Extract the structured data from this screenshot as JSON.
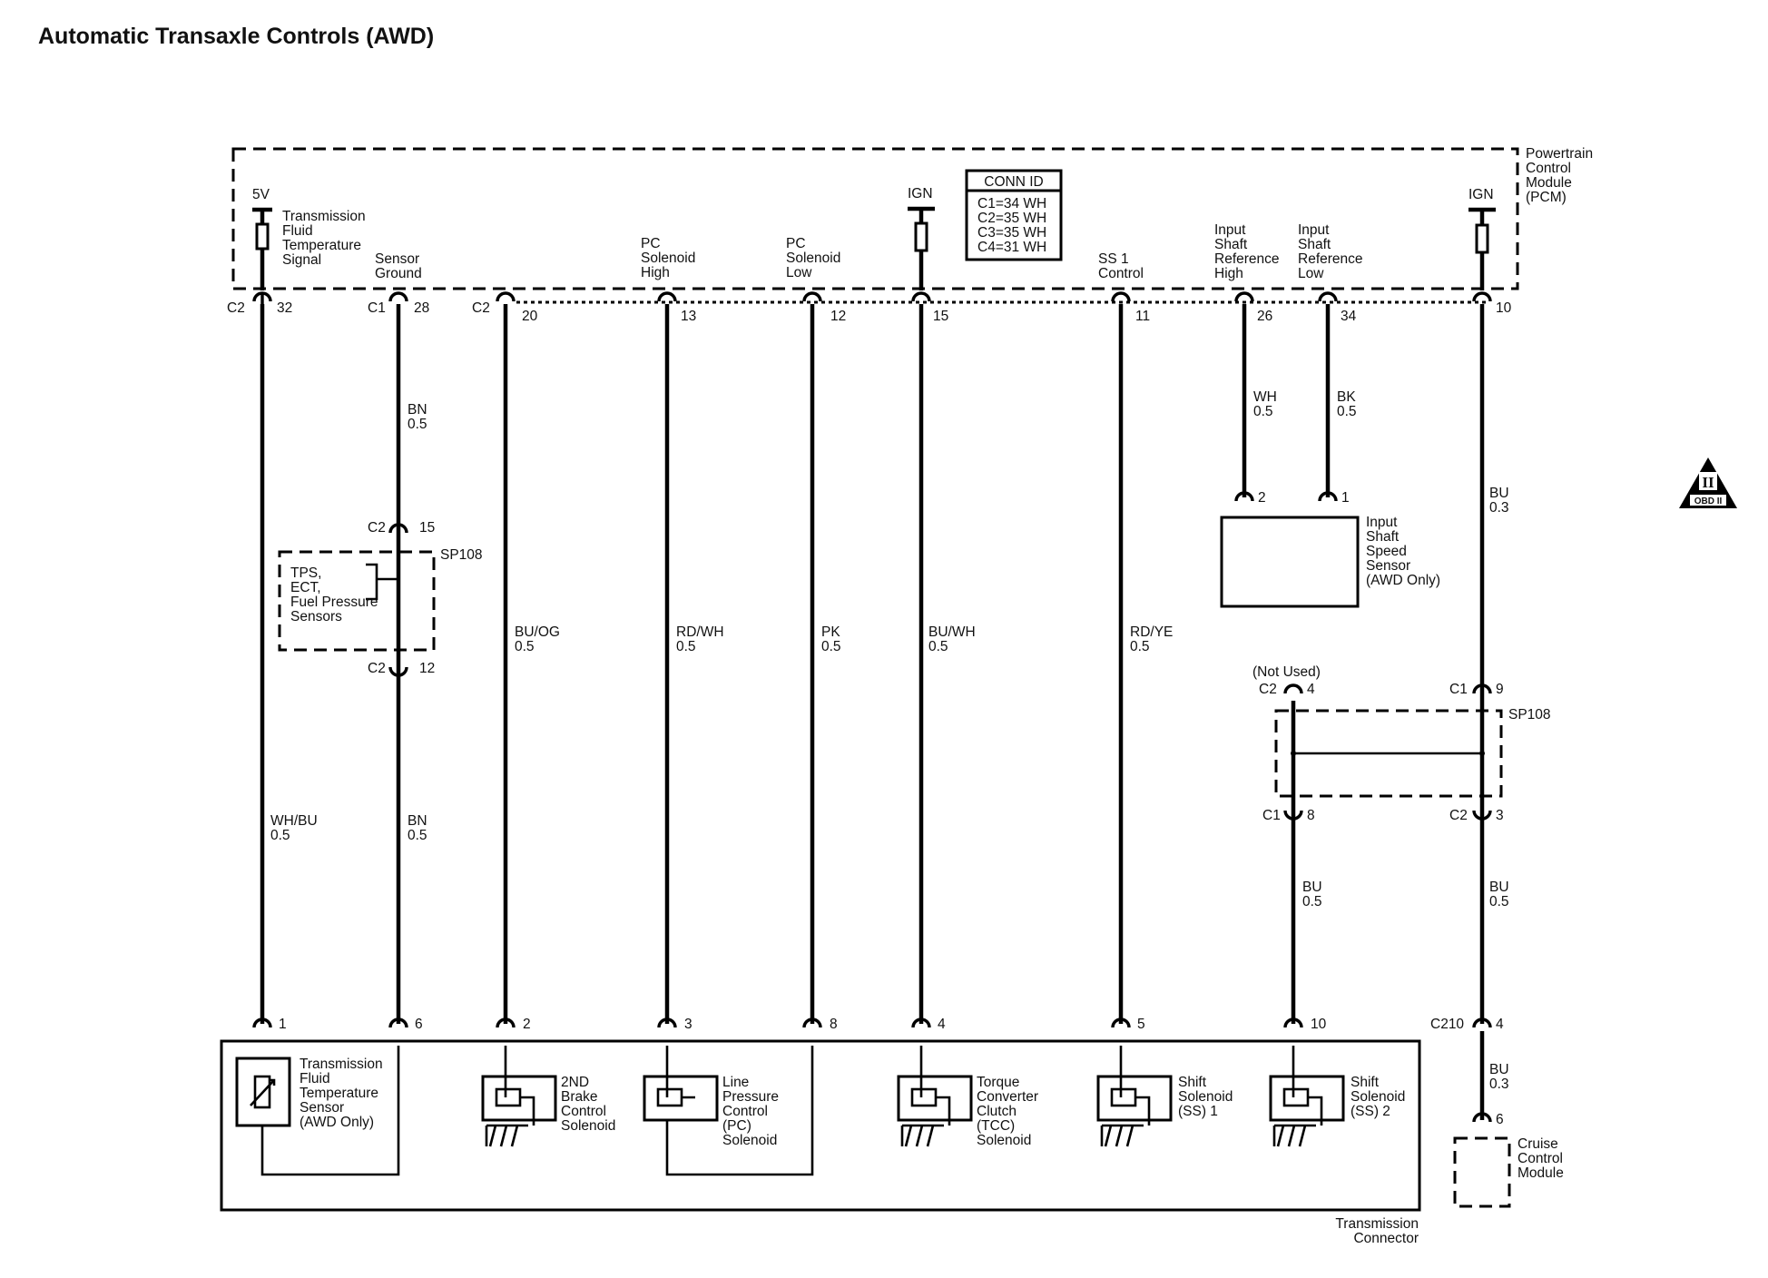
{
  "title": "Automatic Transaxle Controls (AWD)",
  "pcm": {
    "label": [
      "Powertrain",
      "Control",
      "Module",
      "(PCM)"
    ],
    "conn_id_title": "CONN ID",
    "conn_ids": [
      "C1=34 WH",
      "C2=35 WH",
      "C3=35 WH",
      "C4=31 WH"
    ],
    "voltage_5v": "5V",
    "ign": "IGN",
    "ign2": "IGN",
    "inputs": {
      "tft_signal": [
        "Transmission",
        "Fluid",
        "Temperature",
        "Signal"
      ],
      "sensor_ground": [
        "Sensor",
        "Ground"
      ],
      "pc_high": [
        "PC",
        "Solenoid",
        "High"
      ],
      "pc_low": [
        "PC",
        "Solenoid",
        "Low"
      ],
      "ss1": [
        "SS 1",
        "Control"
      ],
      "isr_high": [
        "Input",
        "Shaft",
        "Reference",
        "High"
      ],
      "isr_low": [
        "Input",
        "Shaft",
        "Reference",
        "Low"
      ]
    }
  },
  "pins": {
    "c2": "C2",
    "c1": "C1",
    "p32": "32",
    "p28": "28",
    "p20": "20",
    "p13": "13",
    "p12": "12",
    "p15": "15",
    "p11": "11",
    "p26": "26",
    "p34": "34",
    "p10": "10"
  },
  "wires": {
    "tft": {
      "color": "WH/BU",
      "gauge": "0.5"
    },
    "ground_top": {
      "color": "BN",
      "gauge": "0.5"
    },
    "ground_bottom": {
      "color": "BN",
      "gauge": "0.5"
    },
    "brake2": {
      "color": "BU/OG",
      "gauge": "0.5"
    },
    "pc_high": {
      "color": "RD/WH",
      "gauge": "0.5"
    },
    "pc_low": {
      "color": "PK",
      "gauge": "0.5"
    },
    "tcc": {
      "color": "BU/WH",
      "gauge": "0.5"
    },
    "ss1": {
      "color": "RD/YE",
      "gauge": "0.5"
    },
    "isr_high": {
      "color": "WH",
      "gauge": "0.5"
    },
    "isr_low": {
      "color": "BK",
      "gauge": "0.5"
    },
    "ign_top": {
      "color": "BU",
      "gauge": "0.3"
    },
    "ss2": {
      "color": "BU",
      "gauge": "0.5"
    },
    "ign_mid": {
      "color": "BU",
      "gauge": "0.5"
    },
    "cruise": {
      "color": "BU",
      "gauge": "0.3"
    }
  },
  "splice_left": {
    "name": "SP108",
    "sensors": [
      "TPS,",
      "ECT,",
      "Fuel Pressure",
      "Sensors"
    ],
    "conn_top": {
      "id": "C2",
      "pin": "15"
    },
    "conn_bottom": {
      "id": "C2",
      "pin": "12"
    }
  },
  "splice_right": {
    "name": "SP108",
    "not_used": "(Not Used)",
    "c2_4": {
      "id": "C2",
      "pin": "4"
    },
    "c1_9": {
      "id": "C1",
      "pin": "9"
    },
    "c1_8": {
      "id": "C1",
      "pin": "8"
    },
    "c2_3": {
      "id": "C2",
      "pin": "3"
    }
  },
  "input_shaft_sensor": {
    "label": [
      "Input",
      "Shaft",
      "Speed",
      "Sensor",
      "(AWD Only)"
    ],
    "pin2": "2",
    "pin1": "1"
  },
  "transmission": {
    "connector_label": [
      "Transmission",
      "Connector"
    ],
    "pins": [
      "1",
      "6",
      "2",
      "3",
      "8",
      "4",
      "5",
      "10"
    ],
    "tft_sensor": [
      "Transmission",
      "Fluid",
      "Temperature",
      "Sensor",
      "(AWD Only)"
    ],
    "brake2_solenoid": [
      "2ND",
      "Brake",
      "Control",
      "Solenoid"
    ],
    "pc_solenoid": [
      "Line",
      "Pressure",
      "Control",
      "(PC)",
      "Solenoid"
    ],
    "tcc_solenoid": [
      "Torque",
      "Converter",
      "Clutch",
      "(TCC)",
      "Solenoid"
    ],
    "ss1_solenoid": [
      "Shift",
      "Solenoid",
      "(SS) 1"
    ],
    "ss2_solenoid": [
      "Shift",
      "Solenoid",
      "(SS) 2"
    ]
  },
  "c210": {
    "id": "C210",
    "pin": "4"
  },
  "cruise": {
    "pin": "6",
    "label": [
      "Cruise",
      "Control",
      "Module"
    ]
  },
  "obd_badge": {
    "roman": "II",
    "text": "OBD II"
  }
}
